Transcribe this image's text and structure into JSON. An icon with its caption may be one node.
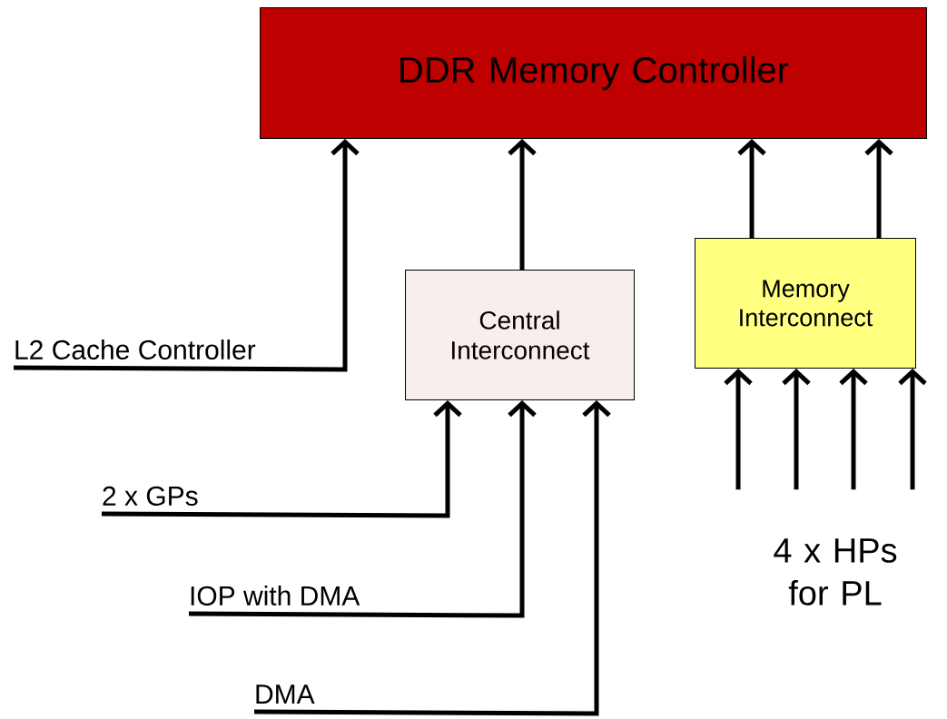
{
  "diagram": {
    "nodes": [
      {
        "text": [
          "DDR Memory Controller"
        ]
      },
      {
        "text": [
          "Central Interconnect"
        ]
      },
      {
        "text": [
          "Memory Interconnect"
        ]
      },
      {
        "text": [
          "L2 Cache Controller"
        ]
      },
      {
        "text": [
          "2 x GPs"
        ]
      },
      {
        "text": [
          "IOP with DMA"
        ]
      },
      {
        "text": [
          "DMA"
        ]
      },
      {
        "text": [
          "4 x HPs for PL"
        ]
      }
    ],
    "edges": [
      {
        "from": 3,
        "to": 0,
        "arrow": "to"
      },
      {
        "from": 1,
        "to": 0,
        "arrow": "to"
      },
      {
        "from": 2,
        "to": 0,
        "arrow": "to"
      },
      {
        "from": 2,
        "to": 0,
        "arrow": "to"
      },
      {
        "from": 4,
        "to": 1,
        "arrow": "to"
      },
      {
        "from": 5,
        "to": 1,
        "arrow": "to"
      },
      {
        "from": 6,
        "to": 1,
        "arrow": "to"
      },
      {
        "from": 7,
        "to": 2,
        "arrow": "to"
      },
      {
        "from": 7,
        "to": 2,
        "arrow": "to"
      },
      {
        "from": 7,
        "to": 2,
        "arrow": "to"
      },
      {
        "from": 7,
        "to": 2,
        "arrow": "to"
      }
    ]
  }
}
